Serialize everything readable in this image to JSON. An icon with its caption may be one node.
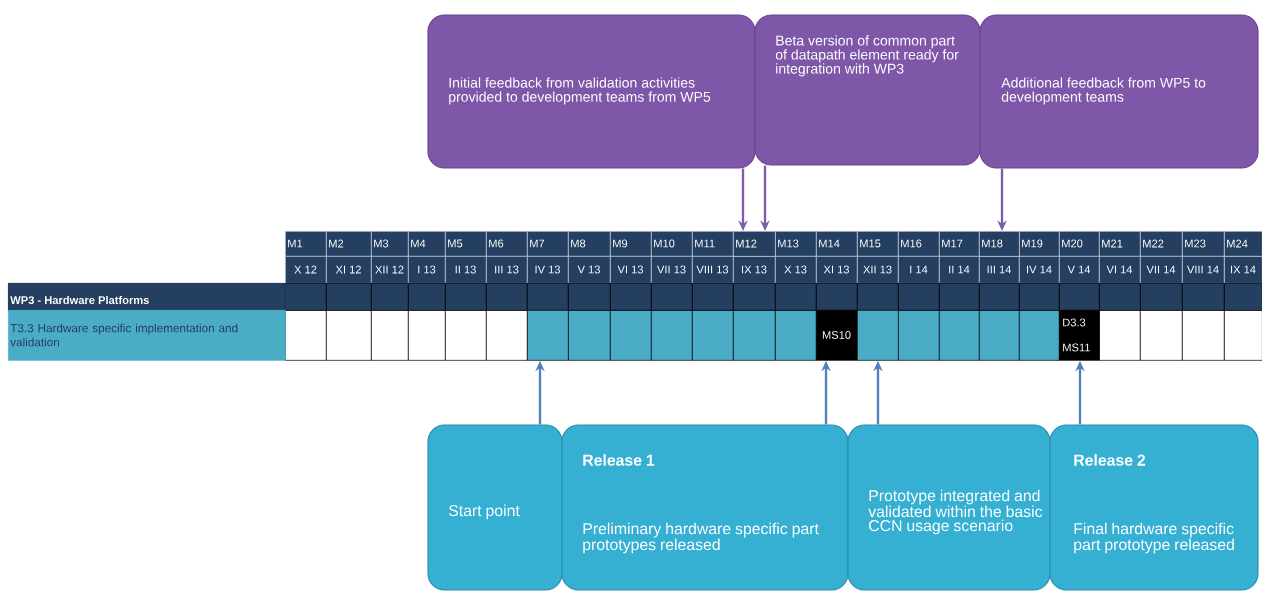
{
  "diagram": {
    "nodes": [
      {
        "text": [
          "Initial feedback from validation activities provided to development teams from WP5"
        ]
      },
      {
        "text": [
          "Beta version of common part of datapath element ready for integration with WP3"
        ]
      },
      {
        "text": [
          "Additional feedback from WP5 to development teams"
        ]
      },
      {
        "text": [
          "Start point"
        ]
      },
      {
        "text": [
          "Release 1",
          "Preliminary hardware specific part prototypes released"
        ]
      },
      {
        "text": [
          "Prototype integrated and validated within the basic CCN usage scenario"
        ]
      },
      {
        "text": [
          "Release 2",
          "Final hardware specific part prototype released"
        ]
      },
      {
        "text": [
          "M12"
        ]
      },
      {
        "text": [
          "M18"
        ]
      },
      {
        "text": [],
        "shape": "box"
      },
      {
        "text": [
          "MS10"
        ]
      },
      {
        "text": [],
        "shape": "box"
      },
      {
        "text": [
          "D3.3",
          "MS11"
        ]
      }
    ],
    "edges": [
      {
        "from": 0,
        "to": 7,
        "arrow": "to",
        "color": "#7d5ca8"
      },
      {
        "from": 1,
        "to": 7,
        "arrow": "to",
        "color": "#7d5ca8"
      },
      {
        "from": 2,
        "to": 8,
        "arrow": "to",
        "color": "#7d5ca8"
      },
      {
        "from": 3,
        "to": 9,
        "arrow": "to"
      },
      {
        "from": 4,
        "to": 10,
        "arrow": "to"
      },
      {
        "from": 5,
        "to": 11,
        "arrow": "to"
      },
      {
        "from": 6,
        "to": 12,
        "arrow": "to"
      }
    ],
    "labels": [
      "M1",
      "M2",
      "M3",
      "M4",
      "M5",
      "M6",
      "M7",
      "M8",
      "M9",
      "M10",
      "M11",
      "M13",
      "M14",
      "M15",
      "M16",
      "M17",
      "M19",
      "M20",
      "M21",
      "M22",
      "M23",
      "M24",
      "X 12",
      "XI 12",
      "XII 12",
      "I 13",
      "II 13",
      "III 13",
      "IV 13",
      "V 13",
      "VI 13",
      "VII 13",
      "VIII 13",
      "IX 13",
      "X 13",
      "XI 13",
      "XII 13",
      "I 14",
      "II 14",
      "III 14",
      "IV 14",
      "V 14",
      "VI 14",
      "VII 14",
      "VIII 14",
      "IX 14",
      "WP3 - Hardware Platforms",
      "T3.3 Hardware specific implementation and validation"
    ]
  }
}
